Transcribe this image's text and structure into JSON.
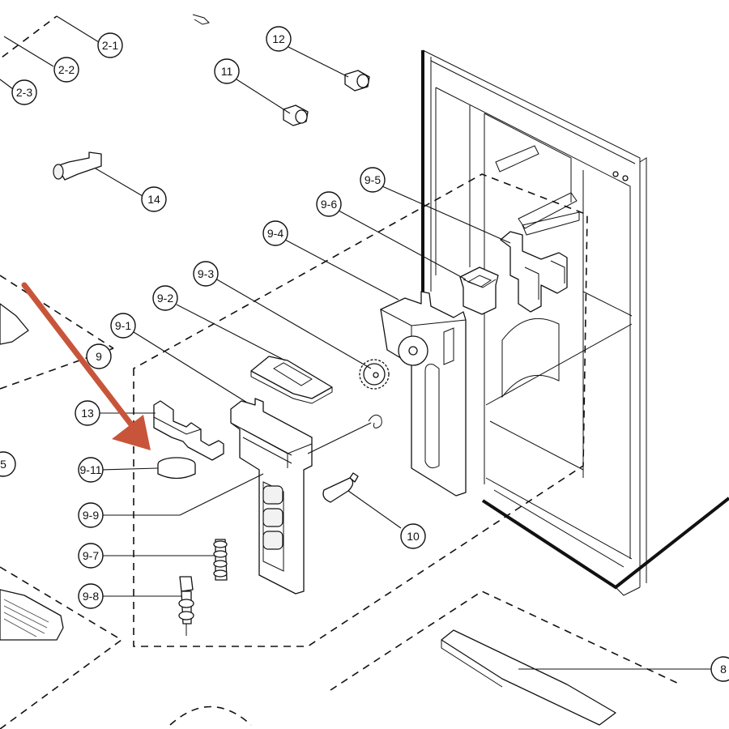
{
  "diagram": {
    "callouts": [
      {
        "id": "2-1",
        "label": "2-1"
      },
      {
        "id": "2-2",
        "label": "2-2"
      },
      {
        "id": "2-3",
        "label": "2-3"
      },
      {
        "id": "12",
        "label": "12"
      },
      {
        "id": "11",
        "label": "11"
      },
      {
        "id": "14",
        "label": "14"
      },
      {
        "id": "9-5",
        "label": "9-5"
      },
      {
        "id": "9-6",
        "label": "9-6"
      },
      {
        "id": "9-4",
        "label": "9-4"
      },
      {
        "id": "9-3",
        "label": "9-3"
      },
      {
        "id": "9-2",
        "label": "9-2"
      },
      {
        "id": "9-1",
        "label": "9-1"
      },
      {
        "id": "9",
        "label": "9"
      },
      {
        "id": "13",
        "label": "13"
      },
      {
        "id": "9-11",
        "label": "9-11"
      },
      {
        "id": "9-9",
        "label": "9-9"
      },
      {
        "id": "9-7",
        "label": "9-7"
      },
      {
        "id": "9-8",
        "label": "9-8"
      },
      {
        "id": "10",
        "label": "10"
      },
      {
        "id": "8",
        "label": "8"
      },
      {
        "id": "5",
        "label": "5"
      }
    ],
    "arrow_color": "#c8553a",
    "line_color": "#111111"
  }
}
